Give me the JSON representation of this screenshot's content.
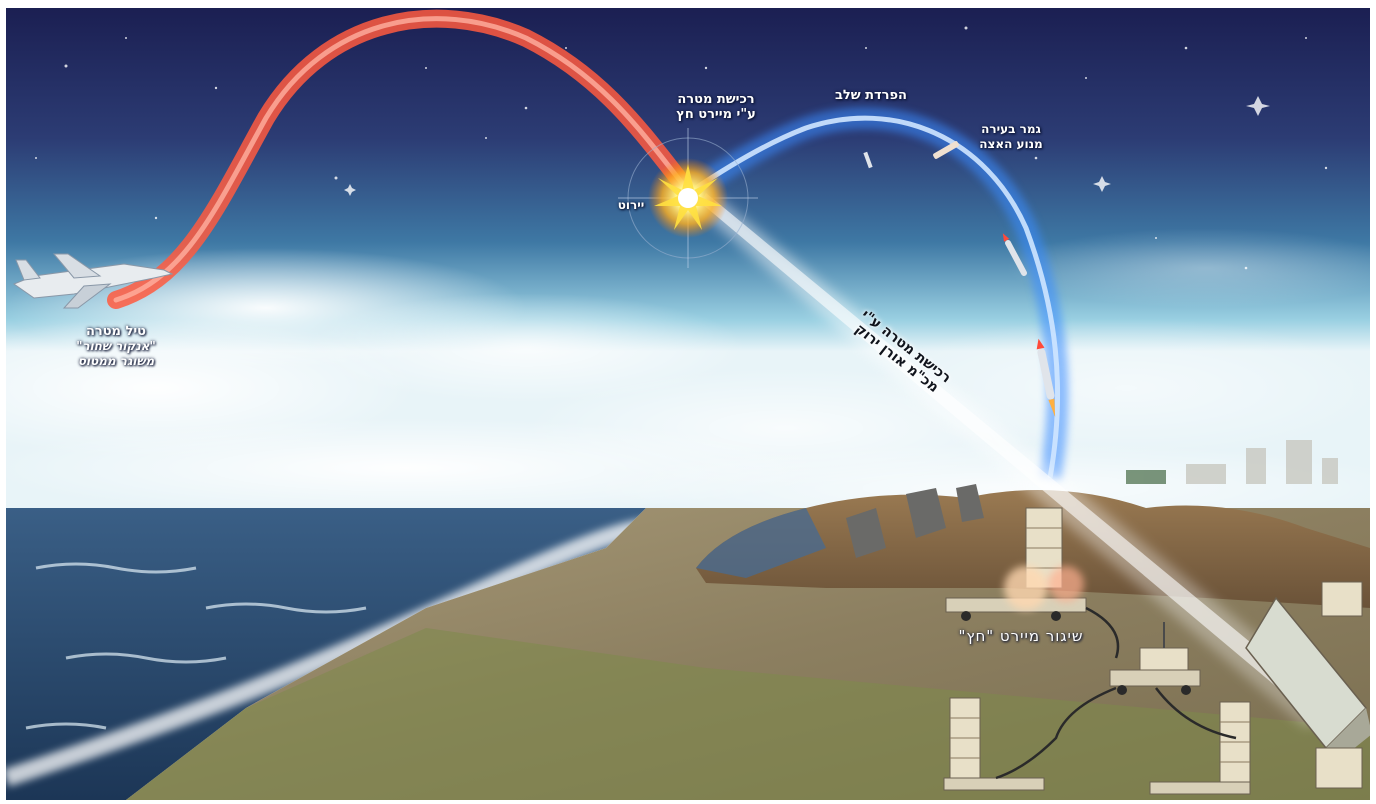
{
  "labels": {
    "target_missile": {
      "line1": "טיל מטרה",
      "line2": "\"אנקור שחור\"",
      "line3": "משוגר ממטוס"
    },
    "interception": {
      "line1": "רכישת מטרה",
      "line2": "ע\"י מיירט חץ"
    },
    "stage_separation": "הפרדת שלב",
    "burnout": {
      "line1": "גמר בעירה",
      "line2": "מנוע האצה"
    },
    "intercept_point": "יירוט",
    "radar_tracking": {
      "line1": "רכישת מטרה ע\"י",
      "line2": "מכ\"מ אורן ירוק"
    },
    "arrow_launch": "שיגור מיירט \"חץ\""
  },
  "colors": {
    "sky_top": "#1e2456",
    "sky_mid": "#3b6fa0",
    "cloud": "#dfeef6",
    "sea": "#2a4a6e",
    "land": "#8a7a52",
    "target_trail": "#ff4a3a",
    "interceptor_trail": "#3a8cff",
    "explosion": "#ffd23a",
    "radar_beam": "#ffffff"
  },
  "icons": [
    "aircraft-icon",
    "explosion-icon",
    "interceptor-missile-icon",
    "radar-icon",
    "launcher-icon",
    "control-vehicle-icon"
  ]
}
